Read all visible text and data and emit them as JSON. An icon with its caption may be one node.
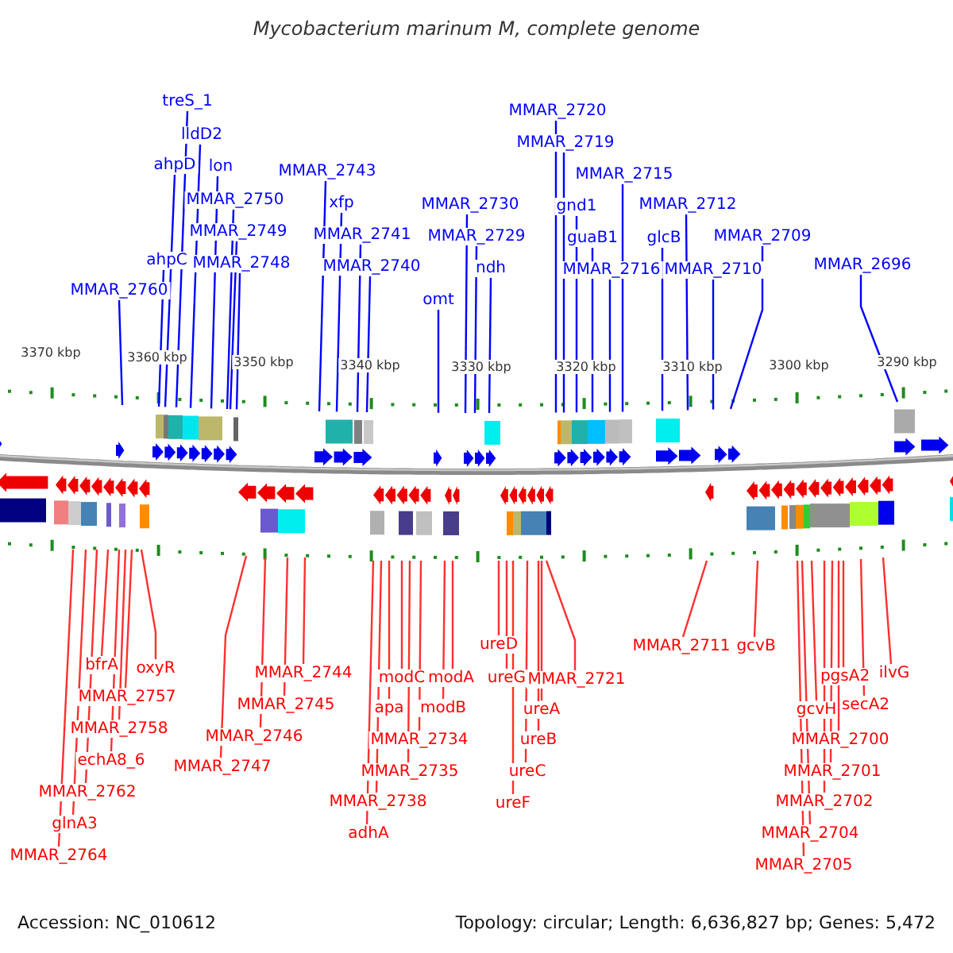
{
  "diagram": {
    "title": "Mycobacterium marinum M, complete genome",
    "nodes": [
      {
        "text": [
          "MMAR_2760"
        ]
      },
      {
        "text": [
          "ahpC"
        ]
      },
      {
        "text": [
          "ahpD"
        ]
      },
      {
        "text": [
          "treS_1"
        ]
      },
      {
        "text": [
          "lldD2"
        ]
      },
      {
        "text": [
          "lon"
        ]
      },
      {
        "text": [
          "MMAR_2750"
        ]
      },
      {
        "text": [
          "MMAR_2749"
        ]
      },
      {
        "text": [
          "MMAR_2748"
        ]
      },
      {
        "text": [
          "MMAR_2743"
        ]
      },
      {
        "text": [
          "xfp"
        ]
      },
      {
        "text": [
          "MMAR_2741"
        ]
      },
      {
        "text": [
          "MMAR_2740"
        ]
      },
      {
        "text": [
          "omt"
        ]
      },
      {
        "text": [
          "MMAR_2730"
        ]
      },
      {
        "text": [
          "MMAR_2729"
        ]
      },
      {
        "text": [
          "ndh"
        ]
      },
      {
        "text": [
          "MMAR_2720"
        ]
      },
      {
        "text": [
          "MMAR_2719"
        ]
      },
      {
        "text": [
          "gnd1"
        ]
      },
      {
        "text": [
          "guaB1"
        ]
      },
      {
        "text": [
          "MMAR_2716"
        ]
      },
      {
        "text": [
          "MMAR_2715"
        ]
      },
      {
        "text": [
          "glcB"
        ]
      },
      {
        "text": [
          "MMAR_2712"
        ]
      },
      {
        "text": [
          "MMAR_2710"
        ]
      },
      {
        "text": [
          "MMAR_2709"
        ]
      },
      {
        "text": [
          "MMAR_2696"
        ]
      },
      {
        "text": [
          "MMAR_2764"
        ]
      },
      {
        "text": [
          "glnA3"
        ]
      },
      {
        "text": [
          "MMAR_2762"
        ]
      },
      {
        "text": [
          "bfrA"
        ]
      },
      {
        "text": [
          "echA8_6"
        ]
      },
      {
        "text": [
          "MMAR_2758"
        ]
      },
      {
        "text": [
          "MMAR_2757"
        ]
      },
      {
        "text": [
          "oxyR"
        ]
      },
      {
        "text": [
          "MMAR_2747"
        ]
      },
      {
        "text": [
          "MMAR_2746"
        ]
      },
      {
        "text": [
          "MMAR_2745"
        ]
      },
      {
        "text": [
          "MMAR_2744"
        ]
      },
      {
        "text": [
          "adhA"
        ]
      },
      {
        "text": [
          "MMAR_2738"
        ]
      },
      {
        "text": [
          "apa"
        ]
      },
      {
        "text": [
          "modC"
        ]
      },
      {
        "text": [
          "MMAR_2735"
        ]
      },
      {
        "text": [
          "MMAR_2734"
        ]
      },
      {
        "text": [
          "modB"
        ]
      },
      {
        "text": [
          "modA"
        ]
      },
      {
        "text": [
          "ureD"
        ]
      },
      {
        "text": [
          "ureG"
        ]
      },
      {
        "text": [
          "ureF"
        ]
      },
      {
        "text": [
          "ureC"
        ]
      },
      {
        "text": [
          "ureB"
        ]
      },
      {
        "text": [
          "ureA"
        ]
      },
      {
        "text": [
          "MMAR_2721"
        ]
      },
      {
        "text": [
          "MMAR_2711"
        ]
      },
      {
        "text": [
          "gcvB"
        ]
      },
      {
        "text": [
          "MMAR_2705"
        ]
      },
      {
        "text": [
          "MMAR_2704"
        ]
      },
      {
        "text": [
          "MMAR_2702"
        ]
      },
      {
        "text": [
          "MMAR_2701"
        ]
      },
      {
        "text": [
          "gcvH"
        ]
      },
      {
        "text": [
          "MMAR_2700"
        ]
      },
      {
        "text": [
          "pgsA2"
        ]
      },
      {
        "text": [
          "secA2"
        ]
      },
      {
        "text": [
          "ilvG"
        ]
      }
    ],
    "edges": [
      {
        "from": 0,
        "to": null,
        "arrow": "none",
        "color": "#0000ff"
      },
      {
        "from": 1,
        "to": null,
        "arrow": "none",
        "color": "#0000ff"
      },
      {
        "from": 2,
        "to": null,
        "arrow": "none",
        "color": "#0000ff"
      },
      {
        "from": 3,
        "to": null,
        "arrow": "none",
        "color": "#0000ff"
      },
      {
        "from": 4,
        "to": null,
        "arrow": "none",
        "color": "#0000ff"
      },
      {
        "from": 5,
        "to": null,
        "arrow": "none",
        "color": "#0000ff"
      },
      {
        "from": 6,
        "to": null,
        "arrow": "none",
        "color": "#0000ff"
      },
      {
        "from": 7,
        "to": null,
        "arrow": "none",
        "color": "#0000ff"
      },
      {
        "from": 8,
        "to": null,
        "arrow": "none",
        "color": "#0000ff"
      },
      {
        "from": 9,
        "to": null,
        "arrow": "none",
        "color": "#0000ff"
      },
      {
        "from": 10,
        "to": null,
        "arrow": "none",
        "color": "#0000ff"
      },
      {
        "from": 11,
        "to": null,
        "arrow": "none",
        "color": "#0000ff"
      },
      {
        "from": 12,
        "to": null,
        "arrow": "none",
        "color": "#0000ff"
      },
      {
        "from": 13,
        "to": null,
        "arrow": "none",
        "color": "#0000ff"
      },
      {
        "from": 14,
        "to": null,
        "arrow": "none",
        "color": "#0000ff"
      },
      {
        "from": 15,
        "to": null,
        "arrow": "none",
        "color": "#0000ff"
      },
      {
        "from": 16,
        "to": null,
        "arrow": "none",
        "color": "#0000ff"
      },
      {
        "from": 17,
        "to": null,
        "arrow": "none",
        "color": "#0000ff"
      },
      {
        "from": 18,
        "to": null,
        "arrow": "none",
        "color": "#0000ff"
      },
      {
        "from": 19,
        "to": null,
        "arrow": "none",
        "color": "#0000ff"
      },
      {
        "from": 20,
        "to": null,
        "arrow": "none",
        "color": "#0000ff"
      },
      {
        "from": 21,
        "to": null,
        "arrow": "none",
        "color": "#0000ff"
      },
      {
        "from": 22,
        "to": null,
        "arrow": "none",
        "color": "#0000ff"
      },
      {
        "from": 23,
        "to": null,
        "arrow": "none",
        "color": "#0000ff"
      },
      {
        "from": 24,
        "to": null,
        "arrow": "none",
        "color": "#0000ff"
      },
      {
        "from": 25,
        "to": null,
        "arrow": "none",
        "color": "#0000ff"
      },
      {
        "from": 26,
        "to": null,
        "arrow": "none",
        "color": "#0000ff"
      },
      {
        "from": 27,
        "to": null,
        "arrow": "none",
        "color": "#0000ff"
      },
      {
        "from": 28,
        "to": null,
        "arrow": "none"
      },
      {
        "from": 29,
        "to": null,
        "arrow": "none"
      },
      {
        "from": 30,
        "to": null,
        "arrow": "none"
      },
      {
        "from": 31,
        "to": null,
        "arrow": "none"
      },
      {
        "from": 32,
        "to": null,
        "arrow": "none"
      },
      {
        "from": 33,
        "to": null,
        "arrow": "none"
      },
      {
        "from": 34,
        "to": null,
        "arrow": "none"
      },
      {
        "from": 35,
        "to": null,
        "arrow": "none"
      },
      {
        "from": 36,
        "to": null,
        "arrow": "none"
      },
      {
        "from": 37,
        "to": null,
        "arrow": "none"
      },
      {
        "from": 38,
        "to": null,
        "arrow": "none"
      },
      {
        "from": 39,
        "to": null,
        "arrow": "none"
      },
      {
        "from": 40,
        "to": null,
        "arrow": "none"
      },
      {
        "from": 41,
        "to": null,
        "arrow": "none"
      },
      {
        "from": 42,
        "to": null,
        "arrow": "none"
      },
      {
        "from": 43,
        "to": null,
        "arrow": "none"
      },
      {
        "from": 44,
        "to": null,
        "arrow": "none"
      },
      {
        "from": 45,
        "to": null,
        "arrow": "none"
      },
      {
        "from": 46,
        "to": null,
        "arrow": "none"
      },
      {
        "from": 47,
        "to": null,
        "arrow": "none"
      },
      {
        "from": 48,
        "to": null,
        "arrow": "none"
      },
      {
        "from": 49,
        "to": null,
        "arrow": "none"
      },
      {
        "from": 50,
        "to": null,
        "arrow": "none"
      },
      {
        "from": 51,
        "to": null,
        "arrow": "none"
      },
      {
        "from": 52,
        "to": null,
        "arrow": "none"
      },
      {
        "from": 53,
        "to": null,
        "arrow": "none"
      },
      {
        "from": 54,
        "to": null,
        "arrow": "none"
      },
      {
        "from": 55,
        "to": null,
        "arrow": "none"
      },
      {
        "from": 56,
        "to": null,
        "arrow": "none"
      },
      {
        "from": 57,
        "to": null,
        "arrow": "none"
      },
      {
        "from": 58,
        "to": null,
        "arrow": "none"
      },
      {
        "from": 59,
        "to": null,
        "arrow": "none"
      },
      {
        "from": 60,
        "to": null,
        "arrow": "none"
      },
      {
        "from": 61,
        "to": null,
        "arrow": "none"
      },
      {
        "from": 62,
        "to": null,
        "arrow": "none"
      },
      {
        "from": 63,
        "to": null,
        "arrow": "none"
      },
      {
        "from": 64,
        "to": null,
        "arrow": "none"
      },
      {
        "from": 65,
        "to": null,
        "arrow": "none"
      }
    ],
    "labels": [
      "3370 kbp",
      "3360 kbp",
      "3350 kbp",
      "3340 kbp",
      "3330 kbp",
      "3320 kbp",
      "3310 kbp",
      "3300 kbp",
      "3290 kbp",
      "Accession: NC_010612",
      "Topology: circular; Length: 6,636,827 bp; Genes: 5,472"
    ]
  }
}
